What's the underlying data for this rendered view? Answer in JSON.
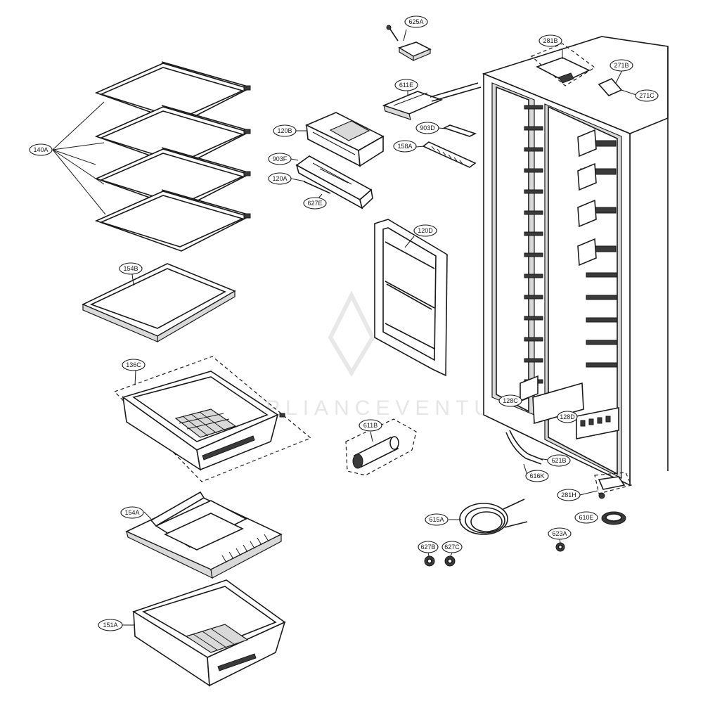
{
  "diagram": {
    "watermark": "APPLIANCEVENTURE",
    "labels": {
      "l625A": "625A",
      "l281B": "281B",
      "l271B": "271B",
      "l271C": "271C",
      "l611E": "611E",
      "l120B": "120B",
      "l903D": "903D",
      "l158A": "158A",
      "l903F": "903F",
      "l120A": "120A",
      "l627E": "627E",
      "l140A": "140A",
      "l120D": "120D",
      "l154B": "154B",
      "l136C": "136C",
      "l128C": "128C",
      "l128D": "128D",
      "l611B": "611B",
      "l621B": "621B",
      "l616K": "616K",
      "l281H": "281H",
      "l154A": "154A",
      "l615A": "615A",
      "l610E": "610E",
      "l623A": "623A",
      "l627B": "627B",
      "l627C": "627C",
      "l151A": "151A"
    }
  }
}
